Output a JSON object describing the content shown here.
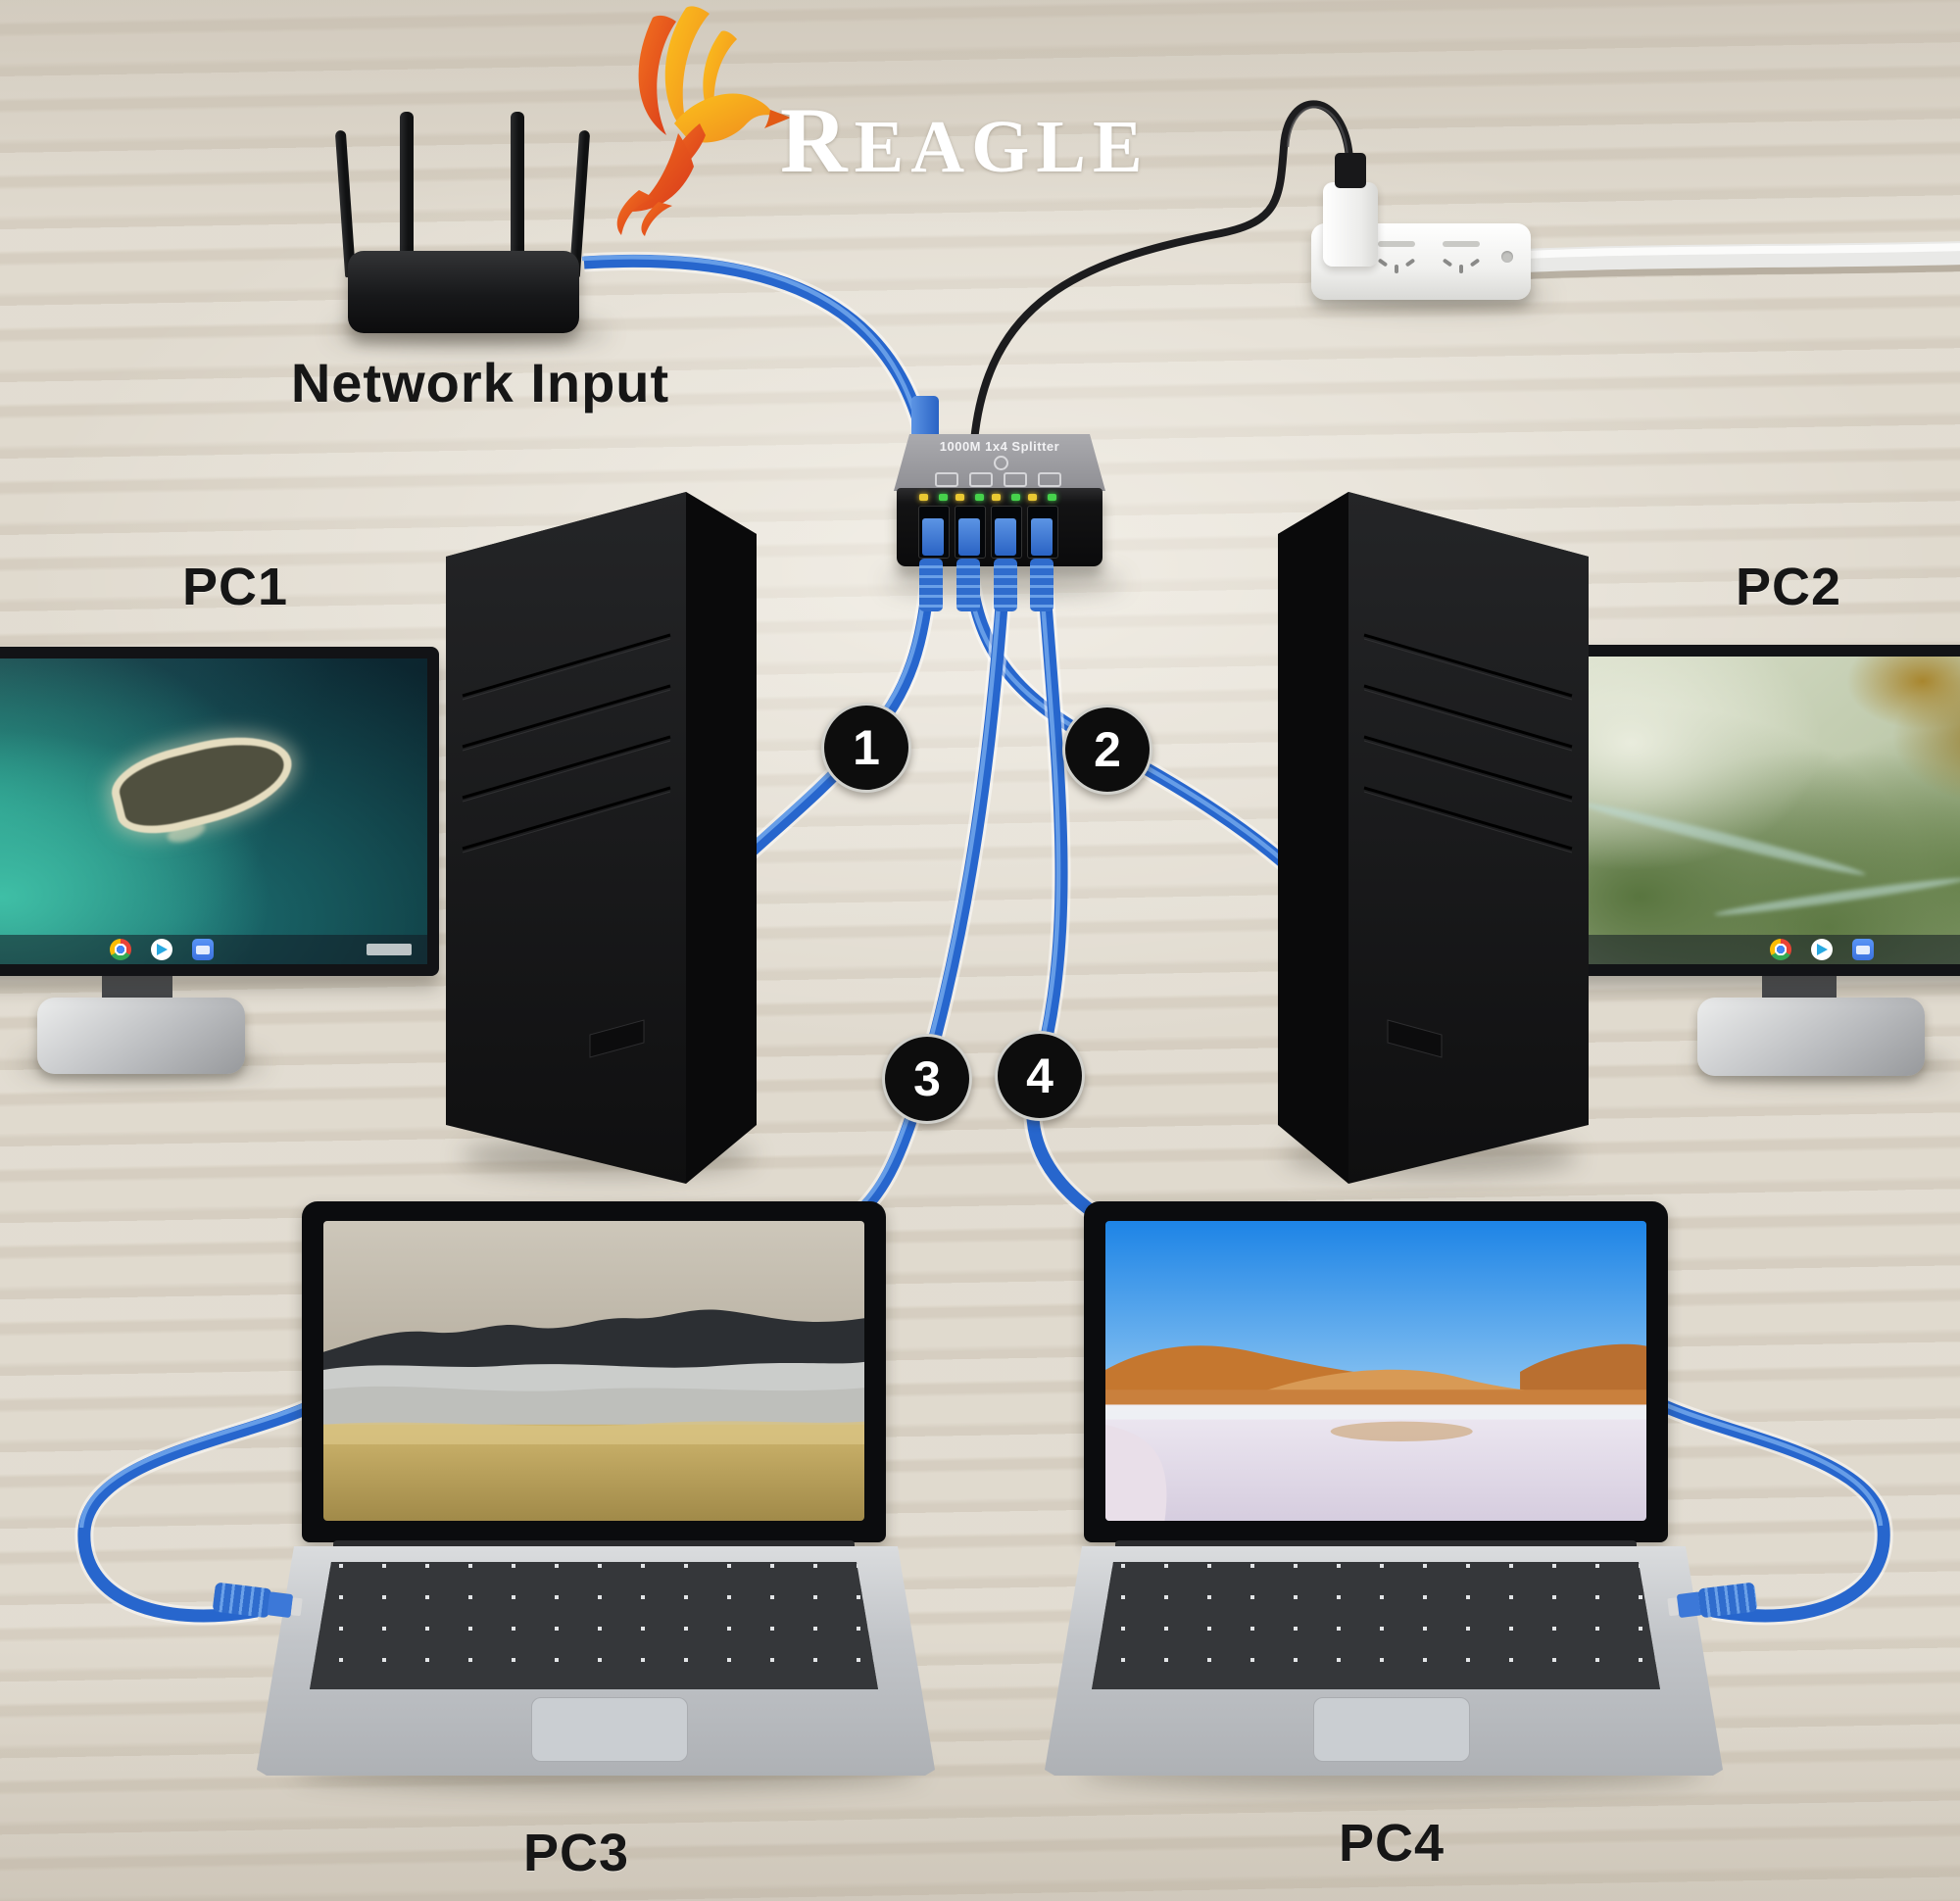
{
  "brand": {
    "name": "REAGLE"
  },
  "labels": {
    "network_input": "Network Input",
    "pc1": "PC1",
    "pc2": "PC2",
    "pc3": "PC3",
    "pc4": "PC4"
  },
  "splitter": {
    "label": "1000M 1x4 Splitter",
    "port_count": 4,
    "led_left_color": "#eac832",
    "led_right_color": "#46d34c"
  },
  "connections": {
    "numbers": [
      "1",
      "2",
      "3",
      "4"
    ]
  },
  "colors": {
    "ethernet_cable": "#2a6cd3",
    "background_wood": "#ddd6c9",
    "label_text": "#161616",
    "badge_background": "#0d0d0d"
  },
  "icons": [
    "phoenix-logo-icon",
    "router",
    "power-strip",
    "usb-charger",
    "chrome-icon",
    "play-store-icon",
    "files-icon"
  ]
}
